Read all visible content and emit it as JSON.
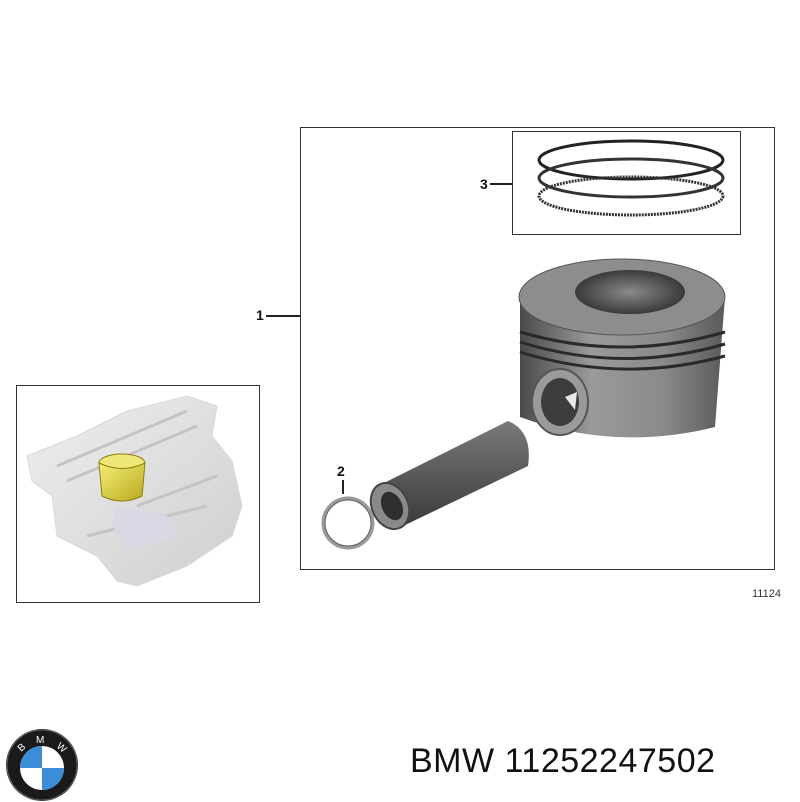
{
  "diagram": {
    "callouts": [
      {
        "id": 1,
        "label": "1",
        "part": "piston-assembly"
      },
      {
        "id": 2,
        "label": "2",
        "part": "circlip"
      },
      {
        "id": 3,
        "label": "3",
        "part": "piston-ring-set"
      }
    ],
    "figure_number": "11124",
    "overview_highlight_color": "#e6dc3c",
    "part_color": "#6e6e6e"
  },
  "footer": {
    "brand": "BMW",
    "part_number_label": "BMW 11252247502",
    "logo_colors": {
      "blue": "#3c8dd8",
      "ring": "#1a1a1a",
      "white": "#ffffff"
    }
  }
}
